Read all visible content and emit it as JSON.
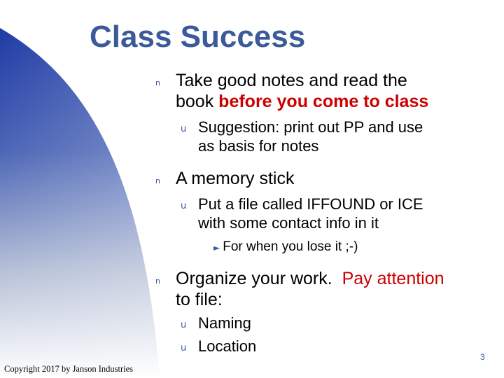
{
  "slide": {
    "title": "Class Success",
    "colors": {
      "title": "#3c5a9a",
      "emphasis": "#cc0000",
      "bullet": "#3c5a9a"
    },
    "bullets": [
      {
        "marker": "n",
        "text": "Take good notes and read the",
        "text2_prefix": "book ",
        "text2_emphasis": "before you come to class",
        "subs": [
          {
            "marker": "u",
            "line1": "Suggestion: print out PP and use",
            "line2": "as basis for notes"
          }
        ]
      },
      {
        "marker": "n",
        "text": "A memory stick",
        "subs": [
          {
            "marker": "u",
            "line1": "Put a file called IFFOUND or ICE",
            "line2": "with some contact info in it",
            "subsub": {
              "marker": "►",
              "text": "For when you lose it ;-)"
            }
          }
        ]
      },
      {
        "marker": "n",
        "text_prefix": "Organize your work.  ",
        "text_emphasis": "Pay attention",
        "text2": "to file:",
        "subs": [
          {
            "marker": "u",
            "line1": "Naming"
          },
          {
            "marker": "u",
            "line1": "Location"
          }
        ]
      }
    ],
    "footer": {
      "copyright": "Copyright 2017 by Janson Industries",
      "page_number": "3"
    }
  }
}
